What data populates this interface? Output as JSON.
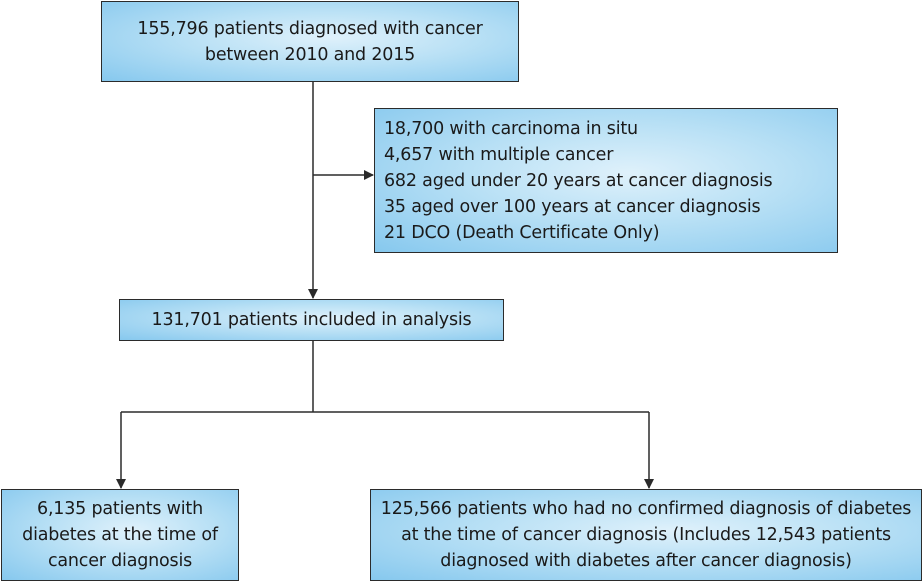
{
  "boxes": {
    "total": {
      "lines": [
        "155,796 patients diagnosed with cancer",
        "between 2010 and 2015"
      ]
    },
    "excluded": {
      "lines": [
        "18,700 with carcinoma in situ",
        "4,657 with multiple cancer",
        "682 aged under 20 years at cancer diagnosis",
        "35 aged over 100 years at cancer diagnosis",
        "21 DCO (Death Certificate Only)"
      ]
    },
    "included": {
      "lines": [
        "131,701 patients included in analysis"
      ]
    },
    "with_diabetes": {
      "lines": [
        "6,135 patients with",
        "diabetes at the time of",
        "cancer diagnosis"
      ]
    },
    "no_diabetes": {
      "lines": [
        "125,566 patients who had no confirmed diagnosis of diabetes",
        "at the time of cancer diagnosis (Includes 12,543 patients",
        "diagnosed with diabetes after cancer diagnosis)"
      ]
    }
  },
  "colors": {
    "box_fill_light": "#dff1fb",
    "box_fill_dark": "#86c8ee",
    "line": "#2b2b2b"
  }
}
